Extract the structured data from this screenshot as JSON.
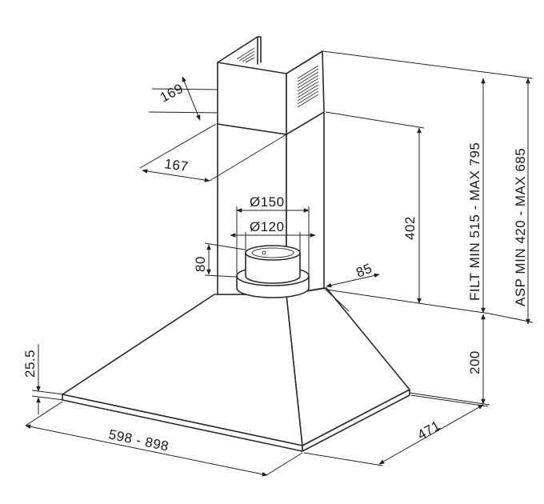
{
  "dimensions": {
    "chimney_depth": "169",
    "chimney_width": "167",
    "outlet_outer_dia": "Ø150",
    "outlet_inner_dia": "Ø120",
    "outlet_height": "80",
    "chimney_offset": "85",
    "chimney_height": "402",
    "filter_height_range": "FILT MIN 515  -  MAX 795",
    "extraction_height_range": "ASP MIN 420  -  MAX 685",
    "canopy_height": "200",
    "edge_thickness": "25.5",
    "hood_width_range": "598  -  898",
    "hood_depth": "471"
  }
}
